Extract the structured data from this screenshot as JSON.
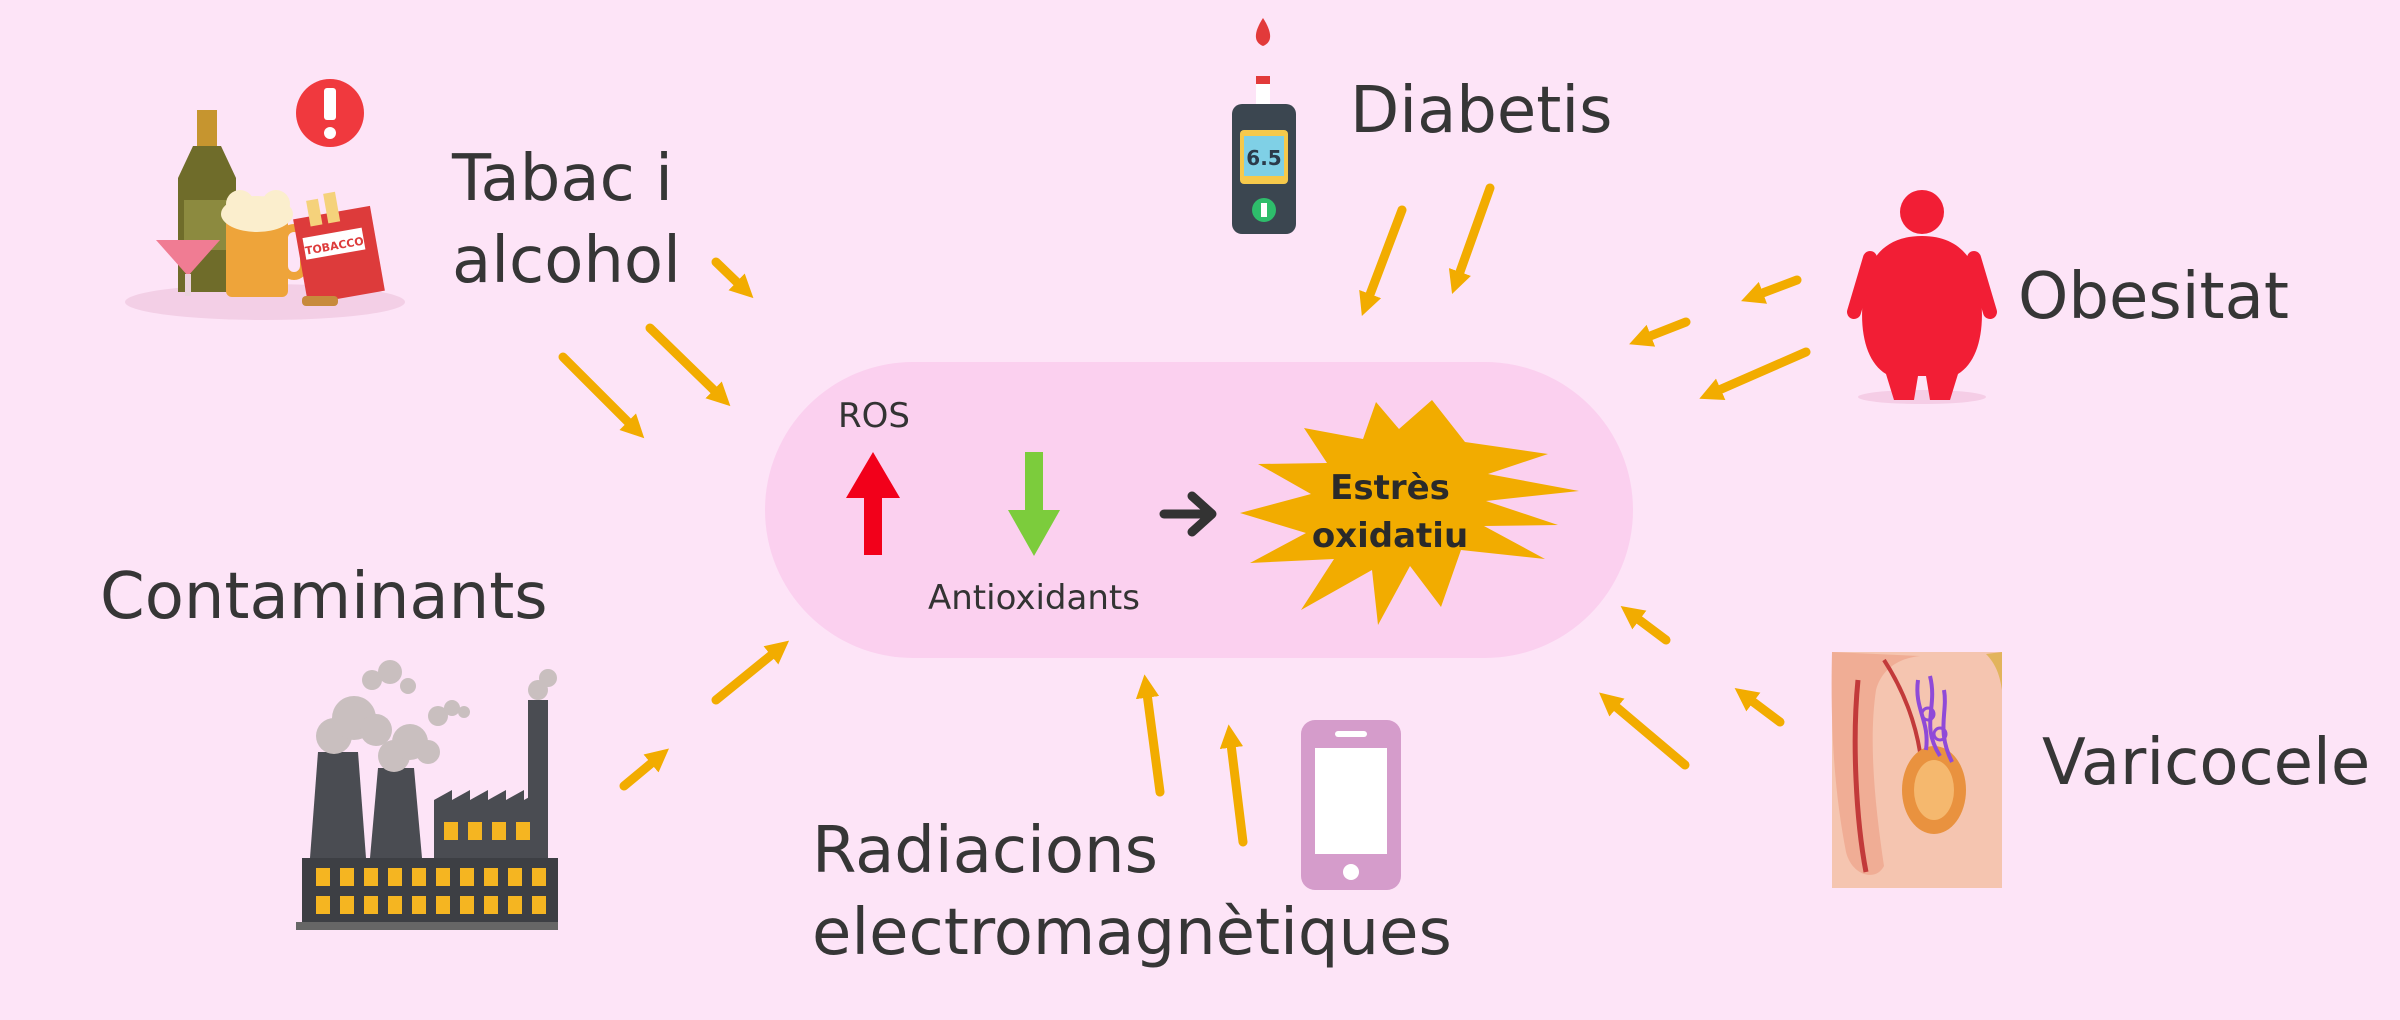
{
  "center": {
    "ros_label": "ROS",
    "antioxidants_label": "Antioxidants",
    "result_label": "Estrès\noxidatiu"
  },
  "factors": {
    "tobacco_alcohol": "Tabac i\nalcohol",
    "diabetes": "Diabetis",
    "obesity": "Obesitat",
    "pollutants": "Contaminants",
    "radiation": "Radiacions\nelectromagnètiques",
    "varicocele": "Varicocele"
  },
  "glucometer_reading": "6.5",
  "tobacco_pack_text": "TOBACCO",
  "colors": {
    "background": "#fde4f7",
    "center_bubble": "#fbd0ef",
    "arrow": "#f2ac00",
    "starburst": "#f2ac00",
    "ros_up": "#f2001a",
    "antioxidant_down": "#7ccc3c",
    "obesity_figure": "#f21e35",
    "phone": "#d59ccb"
  }
}
